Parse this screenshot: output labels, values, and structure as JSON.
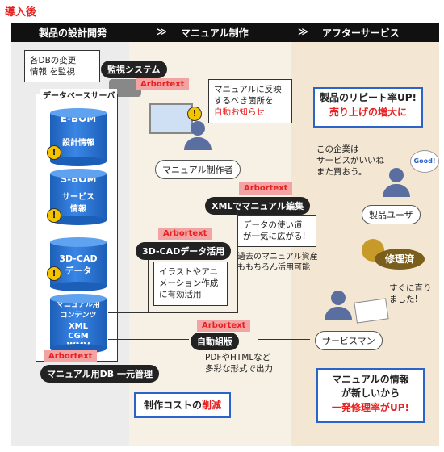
{
  "title": "導入後",
  "stages": [
    "製品の設計開発",
    "マニュアル制作",
    "アフターサービス"
  ],
  "db_note": "各DBの変更\n情報 を監視",
  "monitor_label": "監視システム",
  "db_server_label": "データベースサーバ",
  "arbortext": "Arbortext",
  "ebom": {
    "title": "E-BOM",
    "sub": "設計情報"
  },
  "sbom": {
    "title": "S-BOM",
    "sub": "サービス\n情報"
  },
  "cad": {
    "title": "3D-CAD\nデータ"
  },
  "manual_db": {
    "title": "マニュアル用\nコンテンツ",
    "formats": "XML\nCGM\nWMV"
  },
  "manual_db_label": "マニュアル用DB 一元管理",
  "notify_text": "マニュアルに反映\nするべき箇所を",
  "notify_highlight": "自動お知らせ",
  "author_label": "マニュアル制作者",
  "xml_label": "XMLでマニュアル編集",
  "xml_note": "データの使い道\nが一気に広がる!",
  "xml_sub": "過去のマニュアル資産\nももちろん活用可能",
  "cad_label": "3D-CADデータ活用",
  "cad_note": "イラストやアニ\nメーション作成\nに有効活用",
  "auto_label": "自動組版",
  "auto_note": "PDFやHTMLなど\n多彩な形式で出力",
  "cost_text": "制作コストの",
  "cost_highlight": "削減",
  "repeat_line1": "製品のリピート率UP!",
  "repeat_line2": "売り上げの増大に",
  "user_speech": "この企業は\nサービスがいいね\nまた買おう。",
  "good_label": "Good!",
  "user_label": "製品ユーザ",
  "repair_label": "修理済",
  "fixed_speech": "すぐに直り\nました!",
  "service_label": "サービスマン",
  "fix_line1": "マニュアルの情報",
  "fix_line2": "が新しいから",
  "fix_highlight": "一発修理率がUP!",
  "warn_mark": "!",
  "colors": {
    "accent": "#e8201f",
    "blue": "#2a63c9",
    "arbortext_bg": "#f2a3a3"
  }
}
